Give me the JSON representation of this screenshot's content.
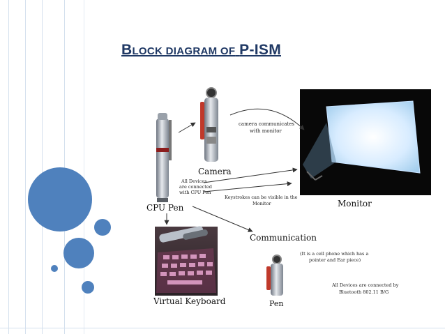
{
  "slide": {
    "title_first_letter": "B",
    "title_rest": "LOCK DIAGRAM OF",
    "title_name": "P-ISM",
    "colors": {
      "accent": "#4f81bd",
      "title": "#1f3864"
    }
  },
  "diagram": {
    "cpu_pen": "CPU Pen",
    "camera": "Camera",
    "monitor": "Monitor",
    "virtual_keyboard": "Virtual Keyboard",
    "communication": "Communication",
    "pen": "Pen",
    "camera_note_1": "camera communicates",
    "camera_note_2": "with monitor",
    "connected_note_1": "All Devices",
    "connected_note_2": "are connected",
    "connected_note_3": "with CPU Pen",
    "keystroke_note_1": "Keystrokes can be visible in the",
    "keystroke_note_2": "Monitor",
    "comm_note_1": "(It is a cell phone which has a",
    "comm_note_2": "pointer and Ear piece)",
    "bluetooth_note_1": "All Devices are connected by",
    "bluetooth_note_2": "Bluetooth 802.11 B/G"
  }
}
